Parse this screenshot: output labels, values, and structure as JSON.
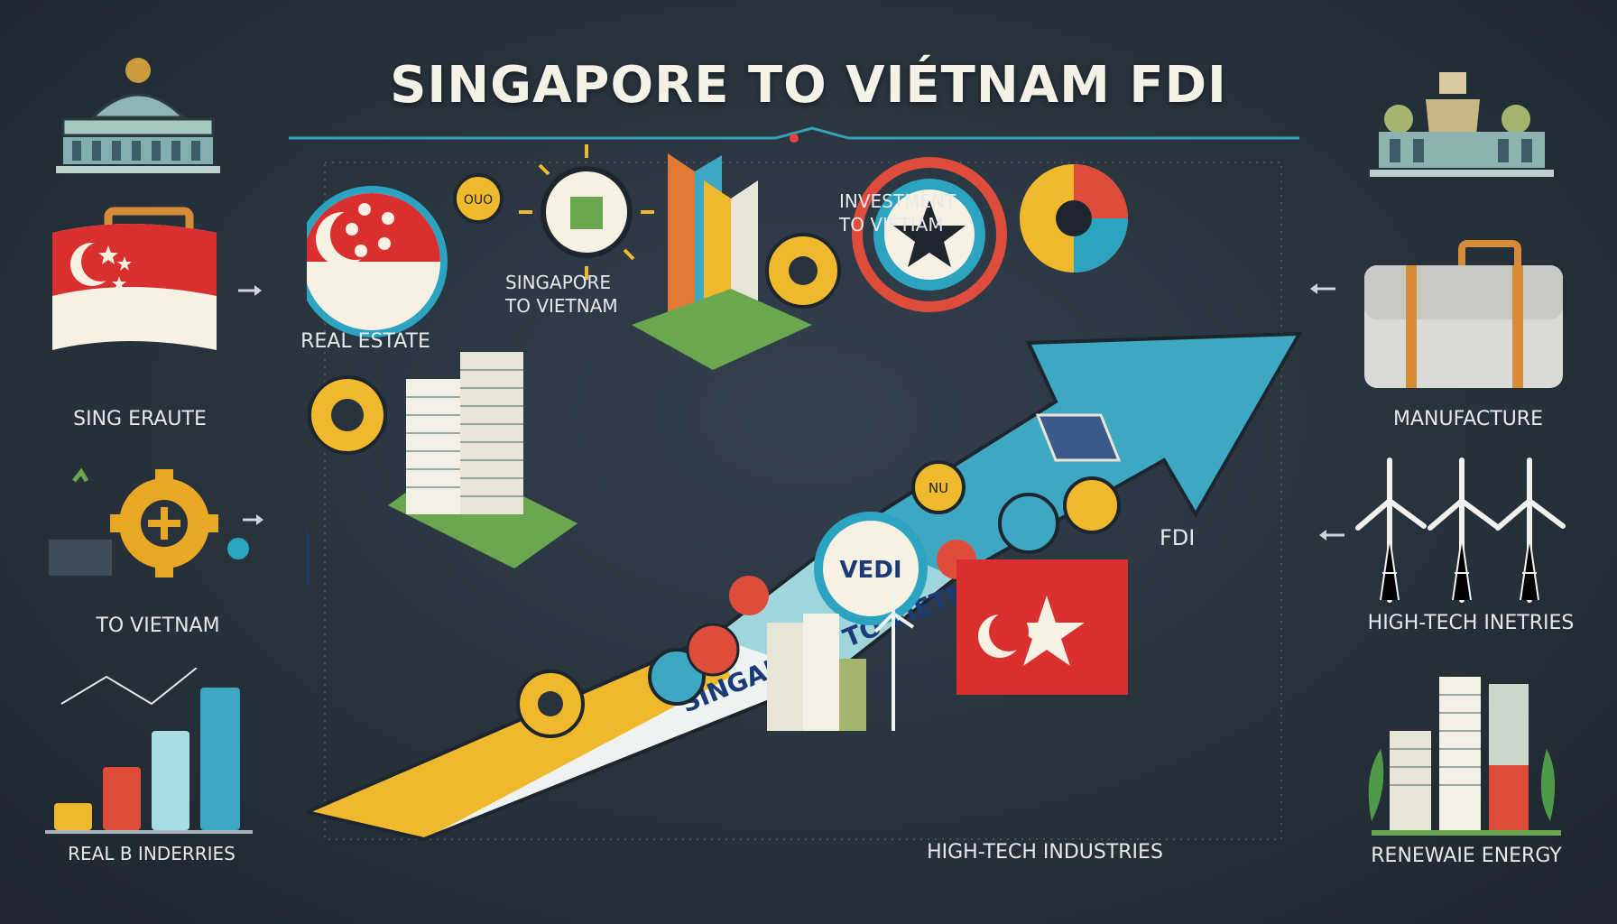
{
  "title": "SINGAPORE TO VIÉTNAM FDI",
  "left_panel": {
    "labels": [
      "SING ERAUTE",
      "TO VIETNAM",
      "REAL B INDERRIES"
    ]
  },
  "right_panel": {
    "labels": [
      "MANUFACTURE",
      "HIGH-TECH INETRIES",
      "RENEWAIE ENERGY"
    ]
  },
  "center": {
    "singapore_flag_label": "SINGAPORE\nTO VIETNAM",
    "real_estate_label": "REAL ESTATE",
    "investment_label": "INVESTMENT\nTO VIETIAM",
    "arrow_text": "SINGAPORE TO VIETNAM",
    "fdi_label": "FDI",
    "vedi_badge": "VEDI",
    "high_tech_label": "HIGH-TECH INDUSTRIES",
    "coin_badges": [
      "OUO",
      "NU"
    ]
  },
  "colors": {
    "background": "#27323c",
    "accent_red": "#d92f2f",
    "accent_teal": "#2ca3c0",
    "accent_yellow": "#f0b82c",
    "accent_orange": "#e07a34",
    "accent_green": "#6aa84f"
  },
  "icons": [
    "government-building-icon",
    "singapore-flag-icon",
    "gear-icon",
    "bar-chart-icon",
    "temple-icon",
    "briefcase-icon",
    "wind-turbine-icon",
    "building-icon",
    "pie-chart-icon",
    "compass-icon",
    "solar-panel-icon",
    "star-target-icon"
  ]
}
